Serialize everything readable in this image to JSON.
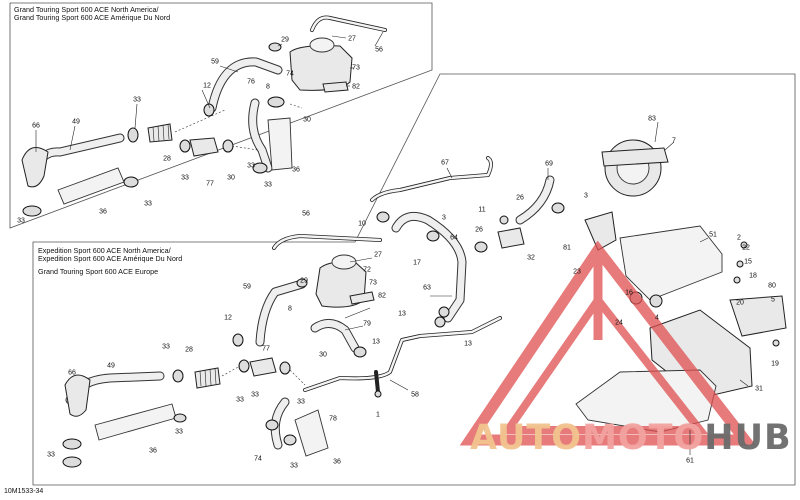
{
  "box_top": {
    "line1": "Grand Touring Sport 600 ACE North America/",
    "line2": "Grand Touring Sport 600 ACE Amérique Du Nord"
  },
  "box_bottom": {
    "line1": "Expedition Sport 600 ACE North America/",
    "line2": "Expedition Sport 600 ACE Amérique Du Nord",
    "line3": "Grand Touring Sport 600 ACE Europe"
  },
  "drawing_code": "10M1533-34",
  "watermark": {
    "part1": "AUTO",
    "part2": "MOTO",
    "part3": "HUB",
    "colors": {
      "auto": "#f2c48f",
      "moto": "#f2a3a0",
      "hub": "#6b6b6b",
      "triangle": "#e05050"
    }
  },
  "callouts": {
    "c1": "66",
    "c2": "49",
    "c3": "33",
    "c4": "36",
    "c5": "33",
    "c6": "33",
    "c7": "28",
    "c8": "33",
    "c9": "77",
    "c10": "30",
    "c11": "33",
    "c12": "12",
    "c13": "59",
    "c14": "29",
    "c15": "27",
    "c16": "56",
    "c17": "73",
    "c18": "74",
    "c19": "8",
    "c20": "82",
    "c21": "76",
    "c22": "30",
    "c23": "36",
    "c24": "33",
    "c25": "67",
    "c26": "69",
    "c27": "10",
    "c28": "3",
    "c29": "11",
    "c30": "26",
    "c31": "3",
    "c32": "81",
    "c33": "23",
    "c34": "83",
    "c35": "7",
    "c36": "51",
    "c37": "2",
    "c38": "22",
    "c39": "15",
    "c40": "18",
    "c41": "80",
    "c42": "5",
    "c43": "20",
    "c44": "19",
    "c45": "17",
    "c46": "64",
    "c47": "26",
    "c48": "32",
    "c49": "63",
    "c50": "13",
    "c51": "13",
    "c52": "16",
    "c53": "24",
    "c54": "4",
    "c55": "31",
    "c56": "61",
    "c57": "56",
    "c58": "72",
    "c59": "27",
    "c60": "73",
    "c61": "82",
    "c62": "59",
    "c63": "29",
    "c64": "8",
    "c65": "12",
    "c66": "79",
    "c67": "30",
    "c68": "13",
    "c69": "33",
    "c70": "28",
    "c71": "77",
    "c72": "33",
    "c73": "58",
    "c74": "1",
    "c75": "66",
    "c76": "49",
    "c77": "33",
    "c78": "33",
    "c79": "36",
    "c80": "33",
    "c81": "78",
    "c82": "74",
    "c83": "33",
    "c84": "36",
    "c85": "33"
  }
}
